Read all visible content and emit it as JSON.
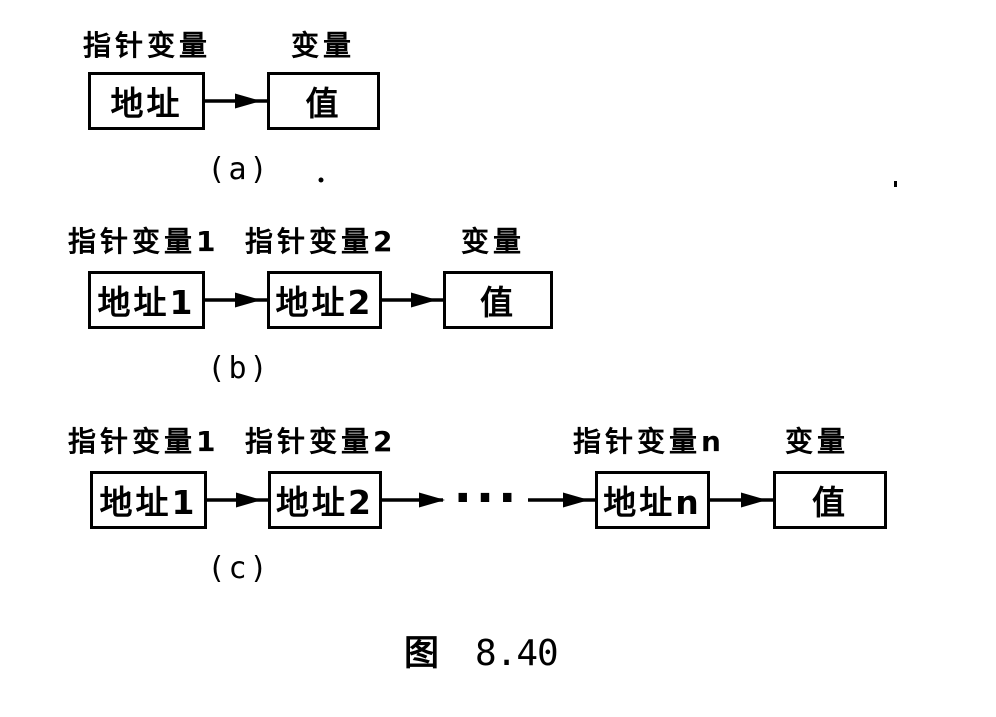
{
  "page": {
    "background": "#ffffff",
    "ink": "#000000"
  },
  "figure": {
    "caption": {
      "prefix": "图",
      "number": "8.40"
    },
    "panels": [
      {
        "caption": "(a)",
        "nodes": [
          {
            "label": "指针变量",
            "box": "地址"
          },
          {
            "label": "变量",
            "box": "值"
          }
        ]
      },
      {
        "caption": "(b)",
        "nodes": [
          {
            "label": "指针变量1",
            "box": "地址1"
          },
          {
            "label": "指针变量2",
            "box": "地址2"
          },
          {
            "label": "变量",
            "box": "值"
          }
        ]
      },
      {
        "caption": "(c)",
        "nodes": [
          {
            "label": "指针变量1",
            "box": "地址1"
          },
          {
            "label": "指针变量2",
            "box": "地址2"
          },
          {
            "label": "指针变量n",
            "box": "地址n"
          },
          {
            "label": "变量",
            "box": "值"
          }
        ],
        "ellipsis": "···"
      }
    ]
  }
}
